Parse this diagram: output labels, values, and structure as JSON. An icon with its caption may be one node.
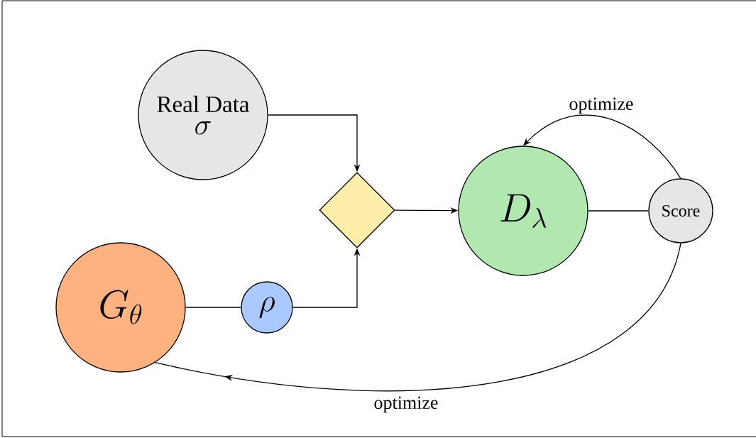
{
  "diagram": {
    "nodes": [
      {
        "text": [
          "Real Data",
          "\\sigma"
        ]
      },
      {
        "text": [],
        "shape": "diamond"
      },
      {
        "text": [
          "D_\\lambda"
        ]
      },
      {
        "text": [
          "Score"
        ]
      },
      {
        "text": [
          "G_\\theta"
        ]
      },
      {
        "text": [
          "\\rho"
        ]
      }
    ],
    "edges": [
      {
        "from": 0,
        "to": 1,
        "arrow": "to"
      },
      {
        "from": 5,
        "to": 1,
        "arrow": "to"
      },
      {
        "from": 1,
        "to": 2,
        "arrow": "to"
      },
      {
        "from": 2,
        "to": 3,
        "arrow": "none"
      },
      {
        "from": 4,
        "to": 5,
        "arrow": "none"
      },
      {
        "from": 3,
        "to": 2,
        "arrow": "to",
        "label": "optimize"
      },
      {
        "from": 3,
        "to": 4,
        "arrow": "to",
        "label": "optimize"
      }
    ]
  }
}
